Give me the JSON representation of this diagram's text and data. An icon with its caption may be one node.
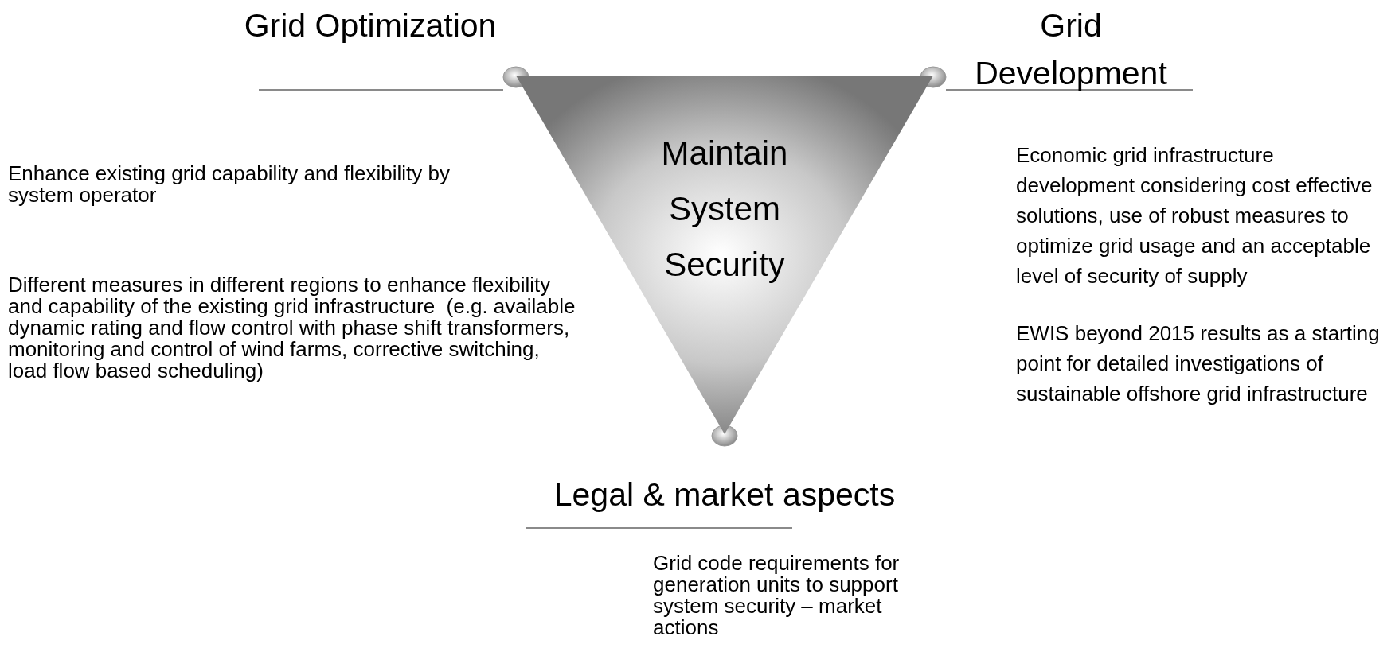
{
  "diagram": {
    "nodes": [
      {
        "text": [
          "Maintain System Security"
        ]
      }
    ],
    "labels": [
      "Grid Optimization",
      "Grid Development",
      "Enhance existing grid capability and flexibility by system operator",
      "Different measures in different regions to enhance flexibility and capability of the existing grid infrastructure  (e.g. available dynamic rating and flow control with phase shift transformers, monitoring and control of wind farms, corrective switching, load flow based scheduling)",
      "Economic grid infrastructure development considering cost effective solutions, use of robust measures to optimize grid usage and an acceptable level of security of supply",
      "EWIS beyond 2015 results as a starting point for detailed investigations of sustainable offshore grid infrastructure",
      "Legal & market aspects",
      "Grid code requirements for generation units to support system security – market actions"
    ]
  }
}
